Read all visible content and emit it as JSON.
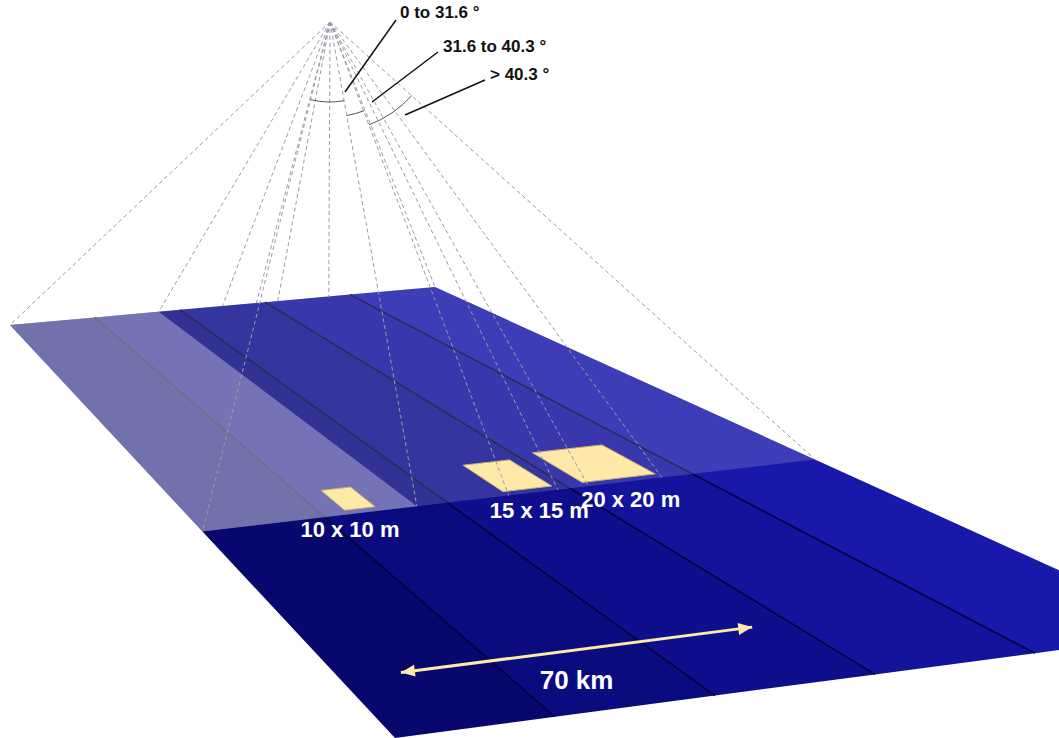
{
  "diagram": {
    "labels": [
      "0 to 31.6 °",
      "31.6 to 40.3 °",
      "> 40.3 °",
      "10 x 10 m",
      "15 x 15 m",
      "20 x 20 m",
      "70 km"
    ]
  }
}
